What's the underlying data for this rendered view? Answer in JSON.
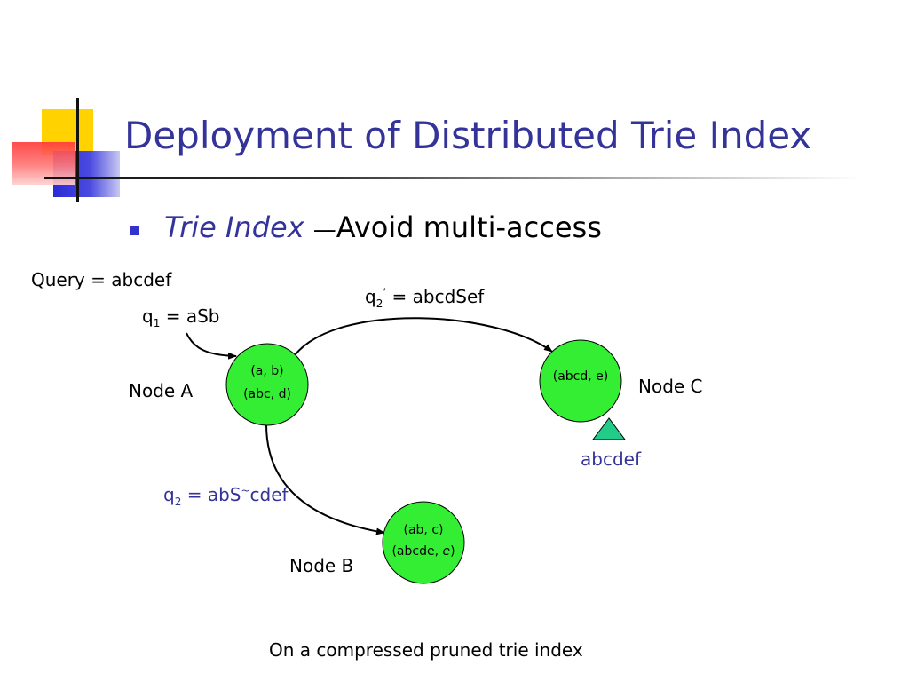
{
  "title": "Deployment of Distributed Trie Index",
  "bullet": {
    "emphasis": "Trie Index",
    "dash": "—",
    "text": "Avoid multi-access"
  },
  "query": "Query = abcdef",
  "q1": {
    "base": "q",
    "sub": "1",
    "rest": " = aSb"
  },
  "q2prime": {
    "base": "q",
    "sub": "2",
    "sup": "’",
    "rest": " = abcdSef"
  },
  "q2": {
    "base": "q",
    "sub": "2",
    "mid": " = abS",
    "sup": "~",
    "rest": "cdef"
  },
  "nodes": {
    "a": {
      "label": "Node A",
      "line1": "(a, b)",
      "line2": "(abc, d)"
    },
    "b": {
      "label": "Node B",
      "line1": "(ab, c)",
      "line2a": "(abcde, ",
      "line2b": "e",
      "line2c": ")"
    },
    "c": {
      "label": "Node C",
      "line1": "(abcd, e)"
    }
  },
  "marker_label": "abcdef",
  "caption": "On a compressed pruned trie index",
  "colors": {
    "title": "#333399",
    "node_fill": "#33ee33",
    "marker_fill": "#22cc88",
    "bullet": "#3333cc"
  }
}
